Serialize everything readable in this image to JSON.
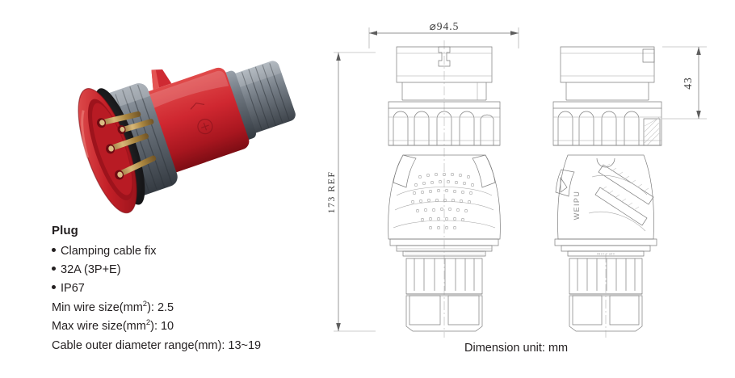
{
  "product": {
    "title": "Plug",
    "features": [
      "Clamping cable fix",
      "32A (3P+E)",
      "IP67"
    ],
    "specs": [
      {
        "label": "Min wire size(mm",
        "sup": "2",
        "rest": "): 2.5"
      },
      {
        "label": "Max wire size(mm",
        "sup": "2",
        "rest": "): 10"
      },
      {
        "label": "Cable outer diameter range(mm): 13~19",
        "sup": "",
        "rest": ""
      }
    ],
    "colors": {
      "body_red": "#c4202a",
      "collar_grey": "#5a6068",
      "pin_brass": "#b08d4f"
    }
  },
  "drawing": {
    "dimensions": {
      "diameter": "⌀94.5",
      "height_ref": "173 REF",
      "top_height": "43"
    },
    "brand_mark": "WEIPU",
    "caption": "Dimension unit: mm",
    "views": [
      "front-view",
      "side-view"
    ]
  }
}
